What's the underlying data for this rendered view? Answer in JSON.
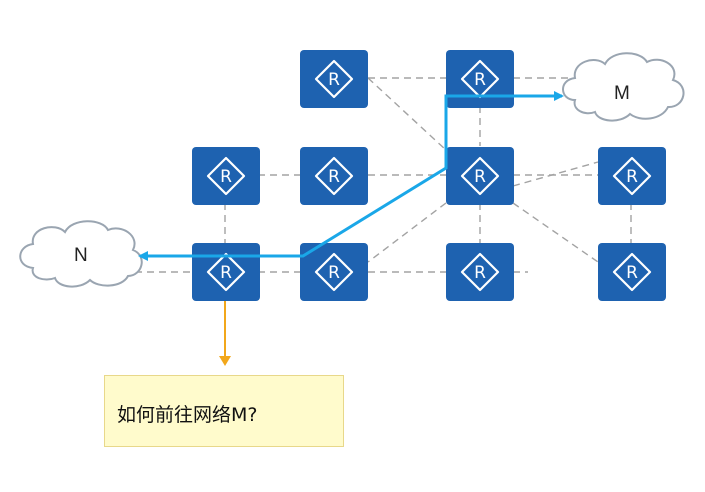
{
  "diagram": {
    "router_label": "R",
    "routers": [
      {
        "id": "r1"
      },
      {
        "id": "r2"
      },
      {
        "id": "r3"
      },
      {
        "id": "r4"
      },
      {
        "id": "r5"
      },
      {
        "id": "r6"
      },
      {
        "id": "r7"
      },
      {
        "id": "r8"
      },
      {
        "id": "r9"
      },
      {
        "id": "r10"
      }
    ],
    "clouds": {
      "m": {
        "label": "M"
      },
      "n": {
        "label": "N"
      }
    },
    "callout": {
      "text": "如何前往网络M?"
    },
    "colors": {
      "router": "#1e62b0",
      "path": "#1aa7e8",
      "query_arrow": "#f2a71b",
      "callout_bg": "#fffbcc",
      "dashed_link": "#a3a3a3"
    }
  }
}
